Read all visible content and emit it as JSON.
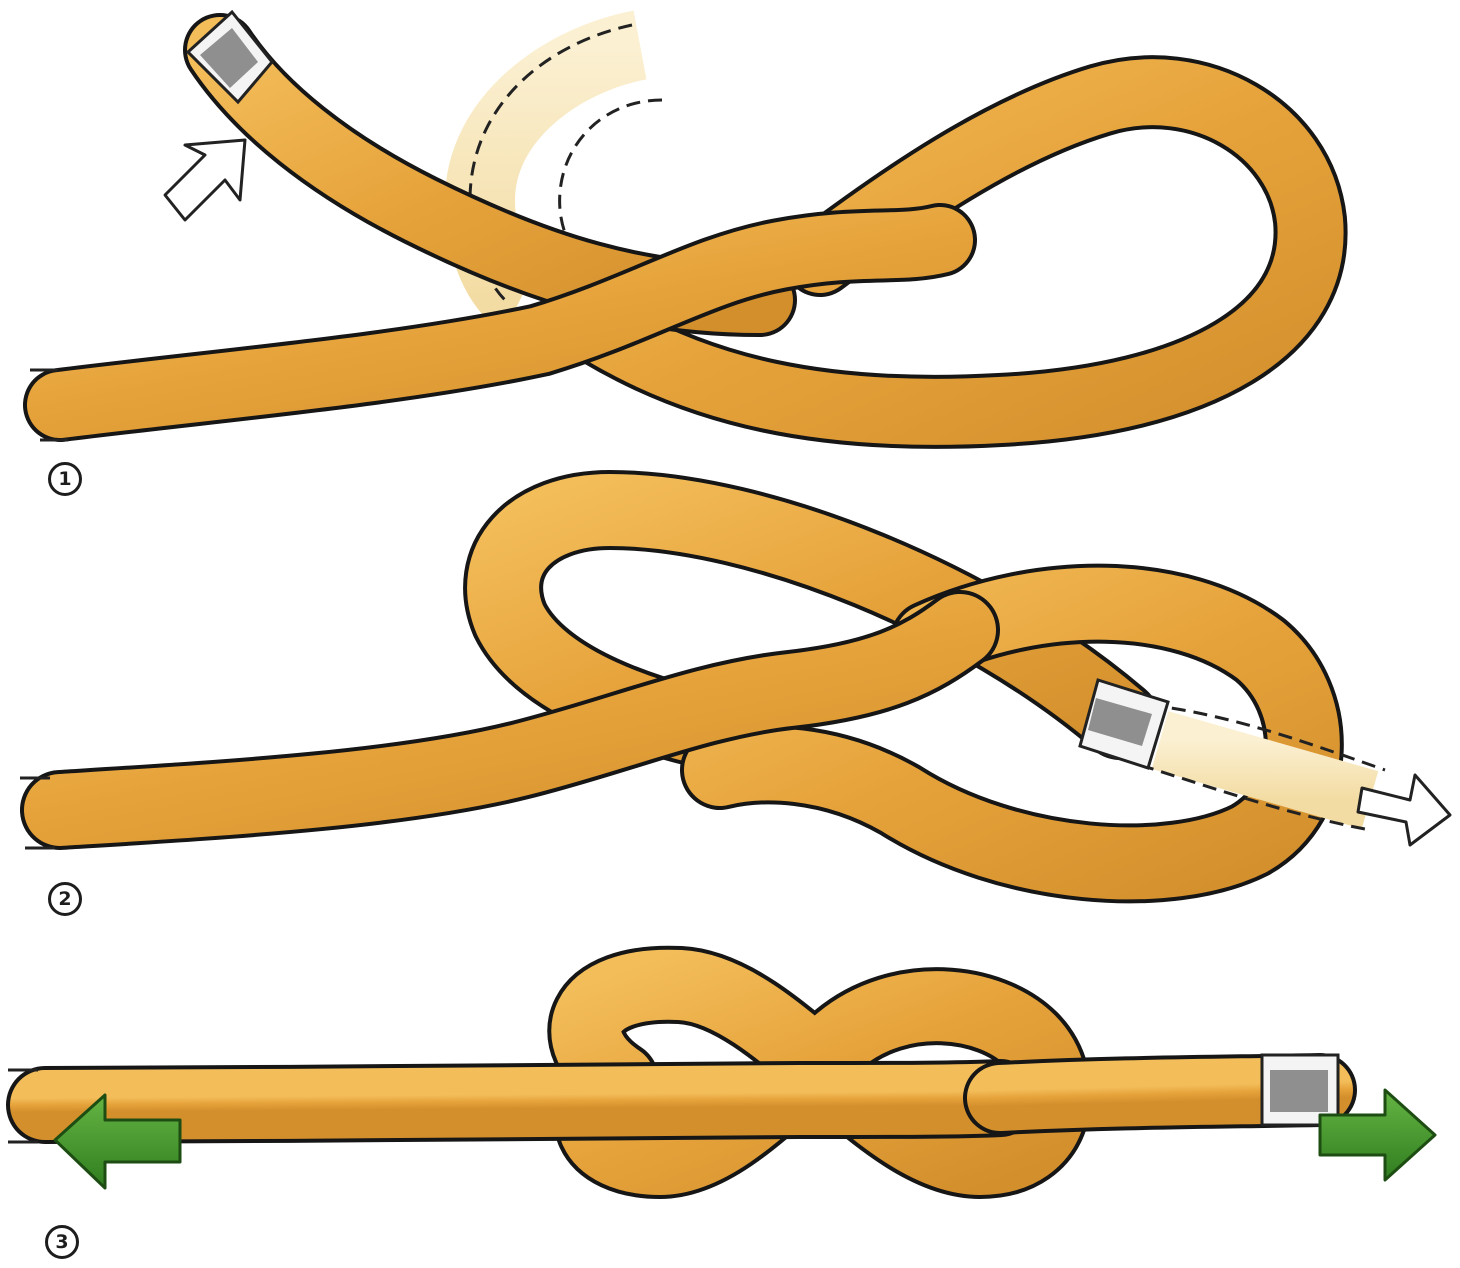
{
  "steps": [
    {
      "number": "1"
    },
    {
      "number": "2"
    },
    {
      "number": "3"
    }
  ],
  "colors": {
    "rope": "#e8a93d",
    "rope_shadow": "#b8771f",
    "rope_highlight": "#f6c76a",
    "outline": "#161616",
    "ghost_rope": "#f7e6b8",
    "tape": "#8f8f8f",
    "pull_arrow": "#4a9b2e"
  },
  "icons": {
    "step1_direction": "hollow-arrow-up-right-icon",
    "step2_direction": "hollow-arrow-right-icon",
    "step3_left": "green-arrow-left-icon",
    "step3_right": "green-arrow-right-icon"
  }
}
